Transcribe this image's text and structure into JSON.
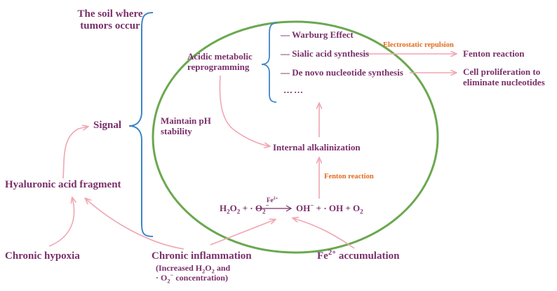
{
  "colors": {
    "text_purple": "#7a2f6a",
    "arrow_pink": "#f0a6b2",
    "ellipse_green": "#6aa84f",
    "brace_blue": "#3d85c6",
    "note_orange": "#e26a1c"
  },
  "labels": {
    "soil_line1": "The soil where",
    "soil_line2": "tumors occur",
    "signal": "Signal",
    "hyaluronic": "Hyaluronic acid fragment",
    "hypoxia": "Chronic hypoxia",
    "inflammation": "Chronic inflammation",
    "inflammation_note_open": "(Increased H",
    "inflammation_note_and": " and",
    "inflammation_note_close": " concentration)",
    "fe_accumulation_suffix": " accumulation",
    "acidic_line1": "Acidic metabolic",
    "acidic_line2": "reprogramming",
    "maintain_line1": "Maintain pH",
    "maintain_line2": "stability",
    "warburg": "— Warburg Effect",
    "sialic": "— Sialic acid synthesis",
    "denovo": "— De novo nucleotide synthesis",
    "dots": "……",
    "electrostatic": "Electrostatic repulsion",
    "fenton_outer": "Fenton reaction",
    "cell_line1": "Cell proliferation to",
    "cell_line2": "eliminate nucleotides",
    "internal_alk": "Internal alkalinization",
    "fenton_inner": "Fenton reaction",
    "eq_h2o2": "H",
    "eq_plus_o2": " + · O",
    "eq_catalyst": "Fe",
    "eq_products_1": "OH",
    "eq_products_2": " + · OH + O"
  }
}
